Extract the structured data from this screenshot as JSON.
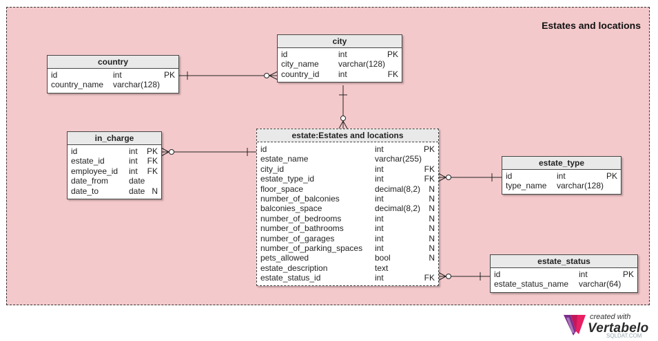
{
  "area": {
    "title": "Estates and locations"
  },
  "tables": {
    "country": {
      "title": "country",
      "rows": [
        {
          "name": "id",
          "type": "int",
          "key": "PK"
        },
        {
          "name": "country_name",
          "type": "varchar(128)",
          "key": ""
        }
      ]
    },
    "city": {
      "title": "city",
      "rows": [
        {
          "name": "id",
          "type": "int",
          "key": "PK"
        },
        {
          "name": "city_name",
          "type": "varchar(128)",
          "key": ""
        },
        {
          "name": "country_id",
          "type": "int",
          "key": "FK"
        }
      ]
    },
    "in_charge": {
      "title": "in_charge",
      "rows": [
        {
          "name": "id",
          "type": "int",
          "key": "PK"
        },
        {
          "name": "estate_id",
          "type": "int",
          "key": "FK"
        },
        {
          "name": "employee_id",
          "type": "int",
          "key": "FK"
        },
        {
          "name": "date_from",
          "type": "date",
          "key": ""
        },
        {
          "name": "date_to",
          "type": "date",
          "key": "N"
        }
      ]
    },
    "estate": {
      "title": "estate:Estates and locations",
      "rows": [
        {
          "name": "id",
          "type": "int",
          "key": "PK"
        },
        {
          "name": "estate_name",
          "type": "varchar(255)",
          "key": ""
        },
        {
          "name": "city_id",
          "type": "int",
          "key": "FK"
        },
        {
          "name": "estate_type_id",
          "type": "int",
          "key": "FK"
        },
        {
          "name": "floor_space",
          "type": "decimal(8,2)",
          "key": "N"
        },
        {
          "name": "number_of_balconies",
          "type": "int",
          "key": "N"
        },
        {
          "name": "balconies_space",
          "type": "decimal(8,2)",
          "key": "N"
        },
        {
          "name": "number_of_bedrooms",
          "type": "int",
          "key": "N"
        },
        {
          "name": "number_of_bathrooms",
          "type": "int",
          "key": "N"
        },
        {
          "name": "number_of_garages",
          "type": "int",
          "key": "N"
        },
        {
          "name": "number_of_parking_spaces",
          "type": "int",
          "key": "N"
        },
        {
          "name": "pets_allowed",
          "type": "bool",
          "key": "N"
        },
        {
          "name": "estate_description",
          "type": "text",
          "key": ""
        },
        {
          "name": "estate_status_id",
          "type": "int",
          "key": "FK"
        }
      ]
    },
    "estate_type": {
      "title": "estate_type",
      "rows": [
        {
          "name": "id",
          "type": "int",
          "key": "PK"
        },
        {
          "name": "type_name",
          "type": "varchar(128)",
          "key": ""
        }
      ]
    },
    "estate_status": {
      "title": "estate_status",
      "rows": [
        {
          "name": "id",
          "type": "int",
          "key": "PK"
        },
        {
          "name": "estate_status_name",
          "type": "varchar(64)",
          "key": ""
        }
      ]
    }
  },
  "branding": {
    "created_with": "created with",
    "brand": "Vertabelo",
    "watermark": "SQLDAT.COM"
  }
}
